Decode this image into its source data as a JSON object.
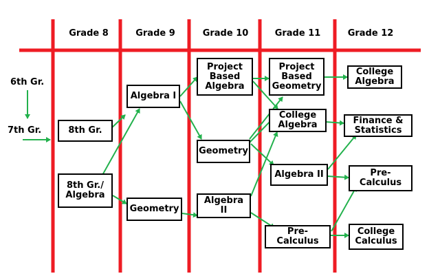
{
  "headers": {
    "grade8": "Grade 8",
    "grade9": "Grade 9",
    "grade10": "Grade 10",
    "grade11": "Grade 11",
    "grade12": "Grade 12"
  },
  "left_labels": {
    "sixth": "6th Gr.",
    "seventh": "7th Gr."
  },
  "courses": {
    "grade8": {
      "eighth": "8th Gr.",
      "eighth_algebra": "8th Gr./ Algebra"
    },
    "grade9": {
      "algebra1": "Algebra I",
      "geometry": "Geometry"
    },
    "grade10": {
      "pba": "Project Based Algebra",
      "geometry": "Geometry",
      "algebra2": "Algebra II"
    },
    "grade11": {
      "pbg": "Project Based Geometry",
      "college_algebra": "College Algebra",
      "algebra2": "Algebra II",
      "precalc": "Pre-Calculus"
    },
    "grade12": {
      "college_algebra": "College Algebra",
      "finance": "Finance & Statistics",
      "precalc": "Pre-Calculus",
      "college_calc": "College Calculus"
    }
  },
  "colors": {
    "grid": "#ee1c24",
    "arrow": "#22b14c",
    "box_border": "#000000"
  }
}
